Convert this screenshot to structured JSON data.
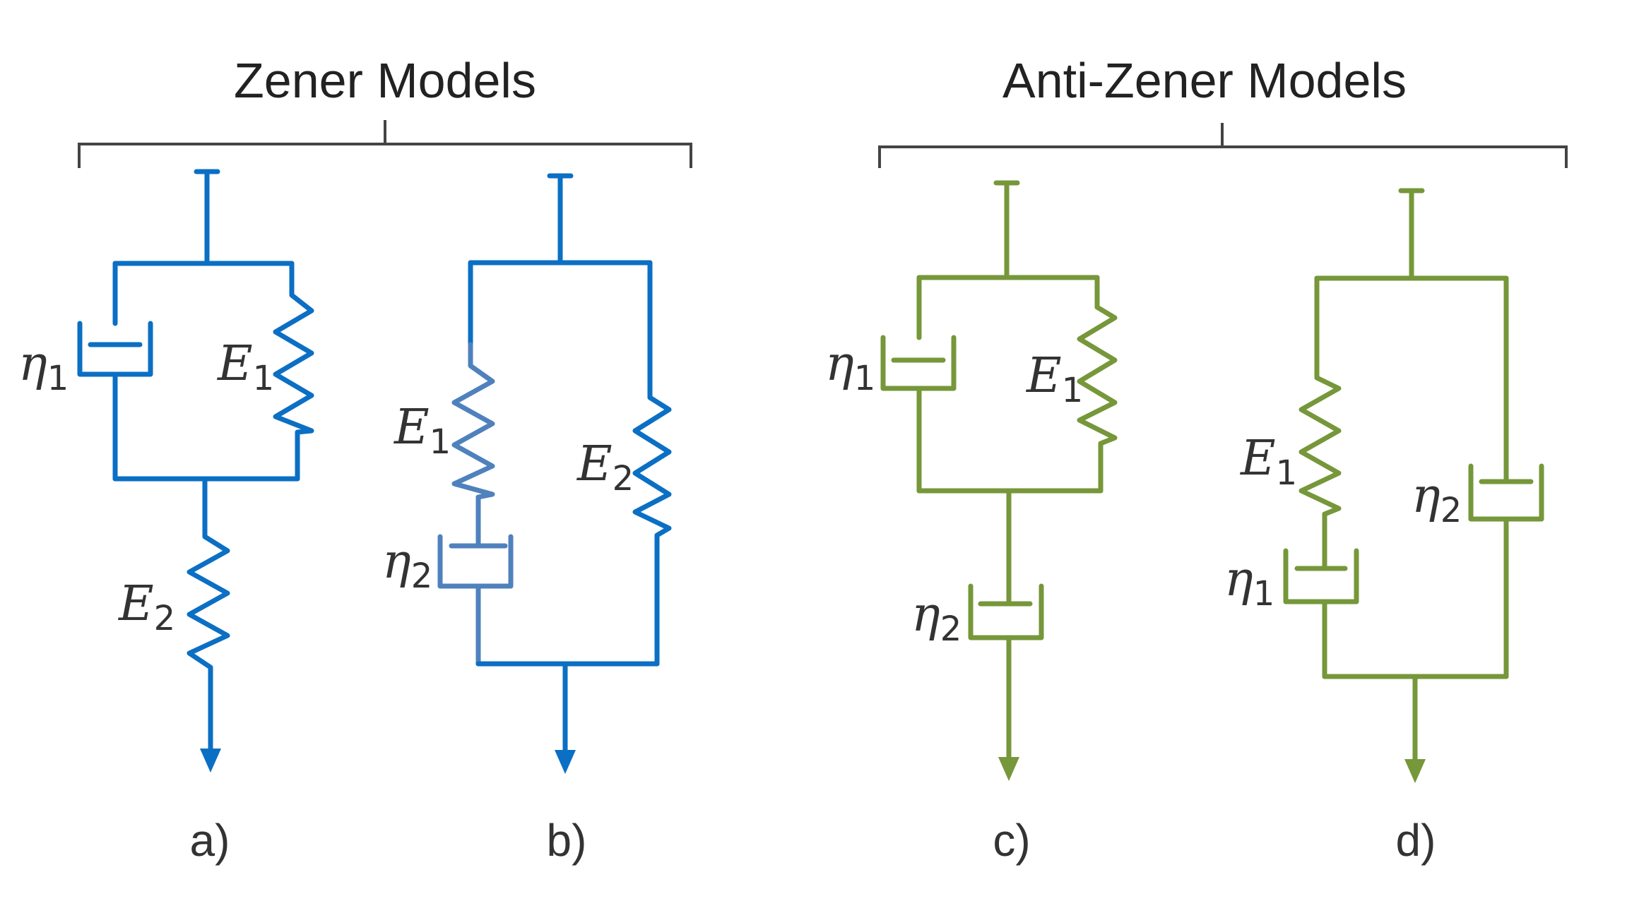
{
  "groups": {
    "zener": {
      "title": "Zener Models"
    },
    "anti_zener": {
      "title": "Anti-Zener Models"
    }
  },
  "panels": {
    "a": {
      "caption": "a)",
      "eta1": {
        "base": "η",
        "sub": "1"
      },
      "e1": {
        "base": "E",
        "sub": "1"
      },
      "e2": {
        "base": "E",
        "sub": "2"
      }
    },
    "b": {
      "caption": "b)",
      "e1": {
        "base": "E",
        "sub": "1"
      },
      "eta2": {
        "base": "η",
        "sub": "2"
      },
      "e2": {
        "base": "E",
        "sub": "2"
      }
    },
    "c": {
      "caption": "c)",
      "eta1": {
        "base": "η",
        "sub": "1"
      },
      "e1": {
        "base": "E",
        "sub": "1"
      },
      "eta2": {
        "base": "η",
        "sub": "2"
      }
    },
    "d": {
      "caption": "d)",
      "e1": {
        "base": "E",
        "sub": "1"
      },
      "eta1": {
        "base": "η",
        "sub": "1"
      },
      "eta2": {
        "base": "η",
        "sub": "2"
      }
    }
  },
  "colors": {
    "zener": "#0b6fc4",
    "zener_light": "#4f81bd",
    "anti_zener": "#76973a"
  }
}
